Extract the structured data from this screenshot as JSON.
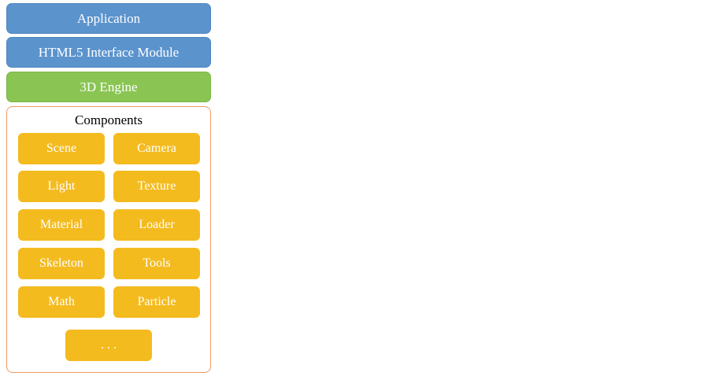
{
  "layers": {
    "application": "Application",
    "html5_interface": "HTML5 Interface Module",
    "engine": "3D Engine"
  },
  "components": {
    "title": "Components",
    "items": [
      "Scene",
      "Camera",
      "Light",
      "Texture",
      "Material",
      "Loader",
      "Skeleton",
      "Tools",
      "Math",
      "Particle",
      ". . ."
    ]
  },
  "colors": {
    "blue_layer": "#5b93cd",
    "green_layer": "#8ac553",
    "component_fill": "#f4bb1f",
    "container_border": "#ef9a64"
  }
}
